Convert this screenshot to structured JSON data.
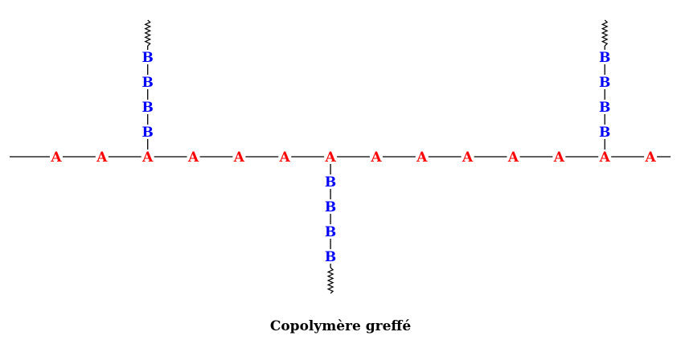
{
  "diagram": {
    "caption": "Copolymère greffé",
    "backbone_units": [
      "A",
      "A",
      "A",
      "A",
      "A",
      "A",
      "A",
      "A",
      "A",
      "A",
      "A",
      "A",
      "A",
      "A"
    ],
    "graft_unit": "B",
    "grafts": [
      {
        "attached_to_backbone_index": 2,
        "direction": "up",
        "units": [
          "B",
          "B",
          "B",
          "B"
        ]
      },
      {
        "attached_to_backbone_index": 6,
        "direction": "down",
        "units": [
          "B",
          "B",
          "B",
          "B"
        ]
      },
      {
        "attached_to_backbone_index": 12,
        "direction": "up",
        "units": [
          "B",
          "B",
          "B",
          "B"
        ]
      }
    ],
    "colors": {
      "A": "#ff0000",
      "B": "#0000ff",
      "bond": "#000000",
      "background": "#ffffff"
    }
  }
}
